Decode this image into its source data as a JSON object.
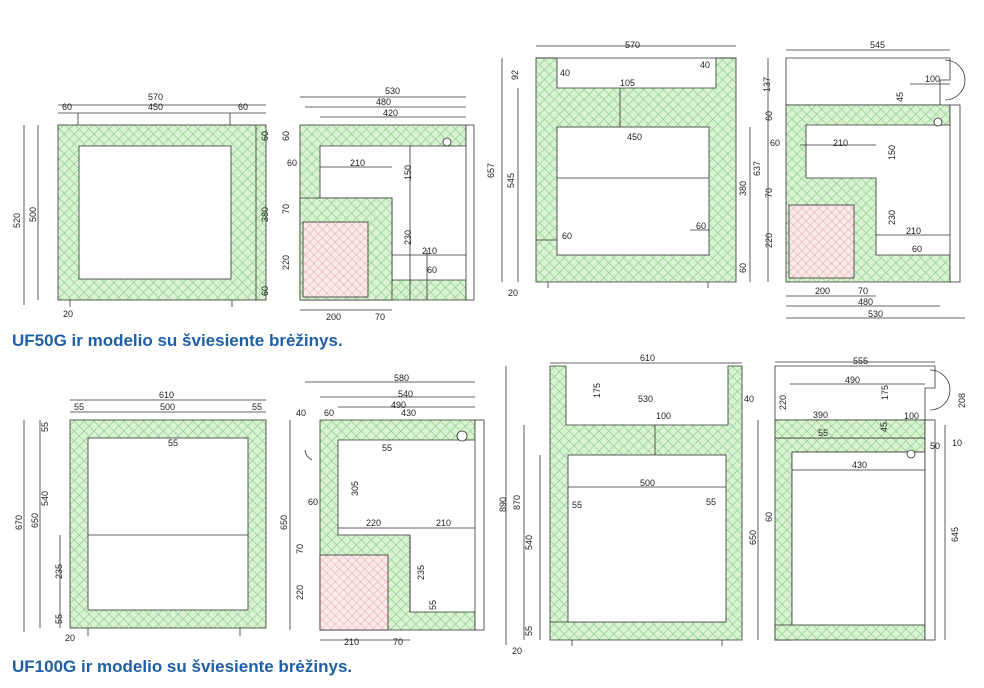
{
  "captions": {
    "uf50g": "UF50G ir modelio su šviesiente brėžinys.",
    "uf100g": "UF100G ir modelio su šviesiente brėžinys."
  },
  "colors": {
    "insulation_fill": "#d9f2d2",
    "insulation_hatch": "#7dc87a",
    "compressor_hatch": "#e6a3a3",
    "line": "#333333",
    "caption": "#1f5fa6"
  },
  "diagrams": [
    {
      "id": "uf50-front",
      "labels": [
        "570",
        "60",
        "450",
        "60",
        "520",
        "500",
        "60",
        "380",
        "60",
        "20"
      ]
    },
    {
      "id": "uf50-side",
      "labels": [
        "530",
        "480",
        "420",
        "60",
        "60",
        "210",
        "150",
        "70",
        "230",
        "220",
        "210",
        "60",
        "200",
        "70"
      ]
    },
    {
      "id": "uf50-open-front",
      "labels": [
        "570",
        "92",
        "40",
        "40",
        "105",
        "657",
        "545",
        "450",
        "637",
        "380",
        "60",
        "60",
        "60",
        "20"
      ]
    },
    {
      "id": "uf50-open-side",
      "labels": [
        "545",
        "137",
        "100",
        "45",
        "60",
        "60",
        "210",
        "150",
        "70",
        "230",
        "220",
        "210",
        "60",
        "200",
        "70",
        "480",
        "530"
      ]
    },
    {
      "id": "uf100-front",
      "labels": [
        "610",
        "55",
        "500",
        "55",
        "55",
        "55",
        "670",
        "650",
        "540",
        "235",
        "55",
        "20"
      ]
    },
    {
      "id": "uf100-side",
      "labels": [
        "580",
        "540",
        "490",
        "40",
        "60",
        "430",
        "55",
        "650",
        "305",
        "60",
        "220",
        "210",
        "70",
        "235",
        "220",
        "55",
        "210",
        "70"
      ]
    },
    {
      "id": "uf100-open-front",
      "labels": [
        "610",
        "175",
        "530",
        "40",
        "100",
        "890",
        "870",
        "500",
        "55",
        "55",
        "540",
        "55",
        "20"
      ]
    },
    {
      "id": "uf100-open-side",
      "labels": [
        "555",
        "490",
        "220",
        "175",
        "208",
        "390",
        "100",
        "45",
        "55",
        "10",
        "50",
        "430",
        "60",
        "650",
        "645"
      ]
    }
  ]
}
